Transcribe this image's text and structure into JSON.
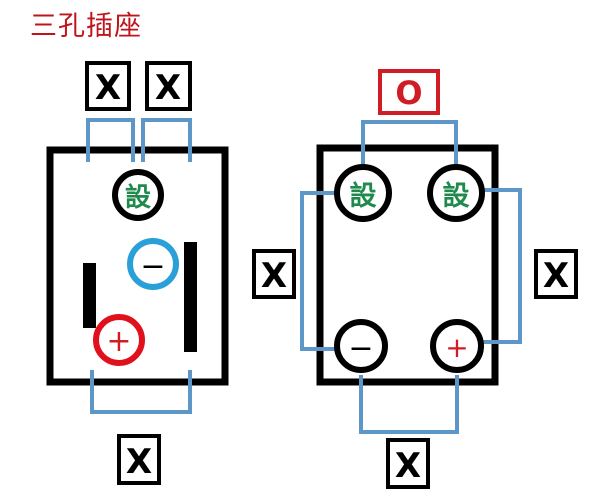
{
  "title": "三孔插座",
  "labels": {
    "x": "X",
    "o": "O",
    "setting": "設",
    "minus": "−",
    "plus": "+"
  },
  "colors": {
    "title": "#c0141c",
    "box_border": "#000000",
    "wire": "#5d97c8",
    "setting_text": "#1f8a4c",
    "minus_ring": "#2aa0d8",
    "plus_ring": "#e0101c",
    "plus_text": "#d01c24",
    "o_label": "#d01c24",
    "x_label": "#000000"
  }
}
